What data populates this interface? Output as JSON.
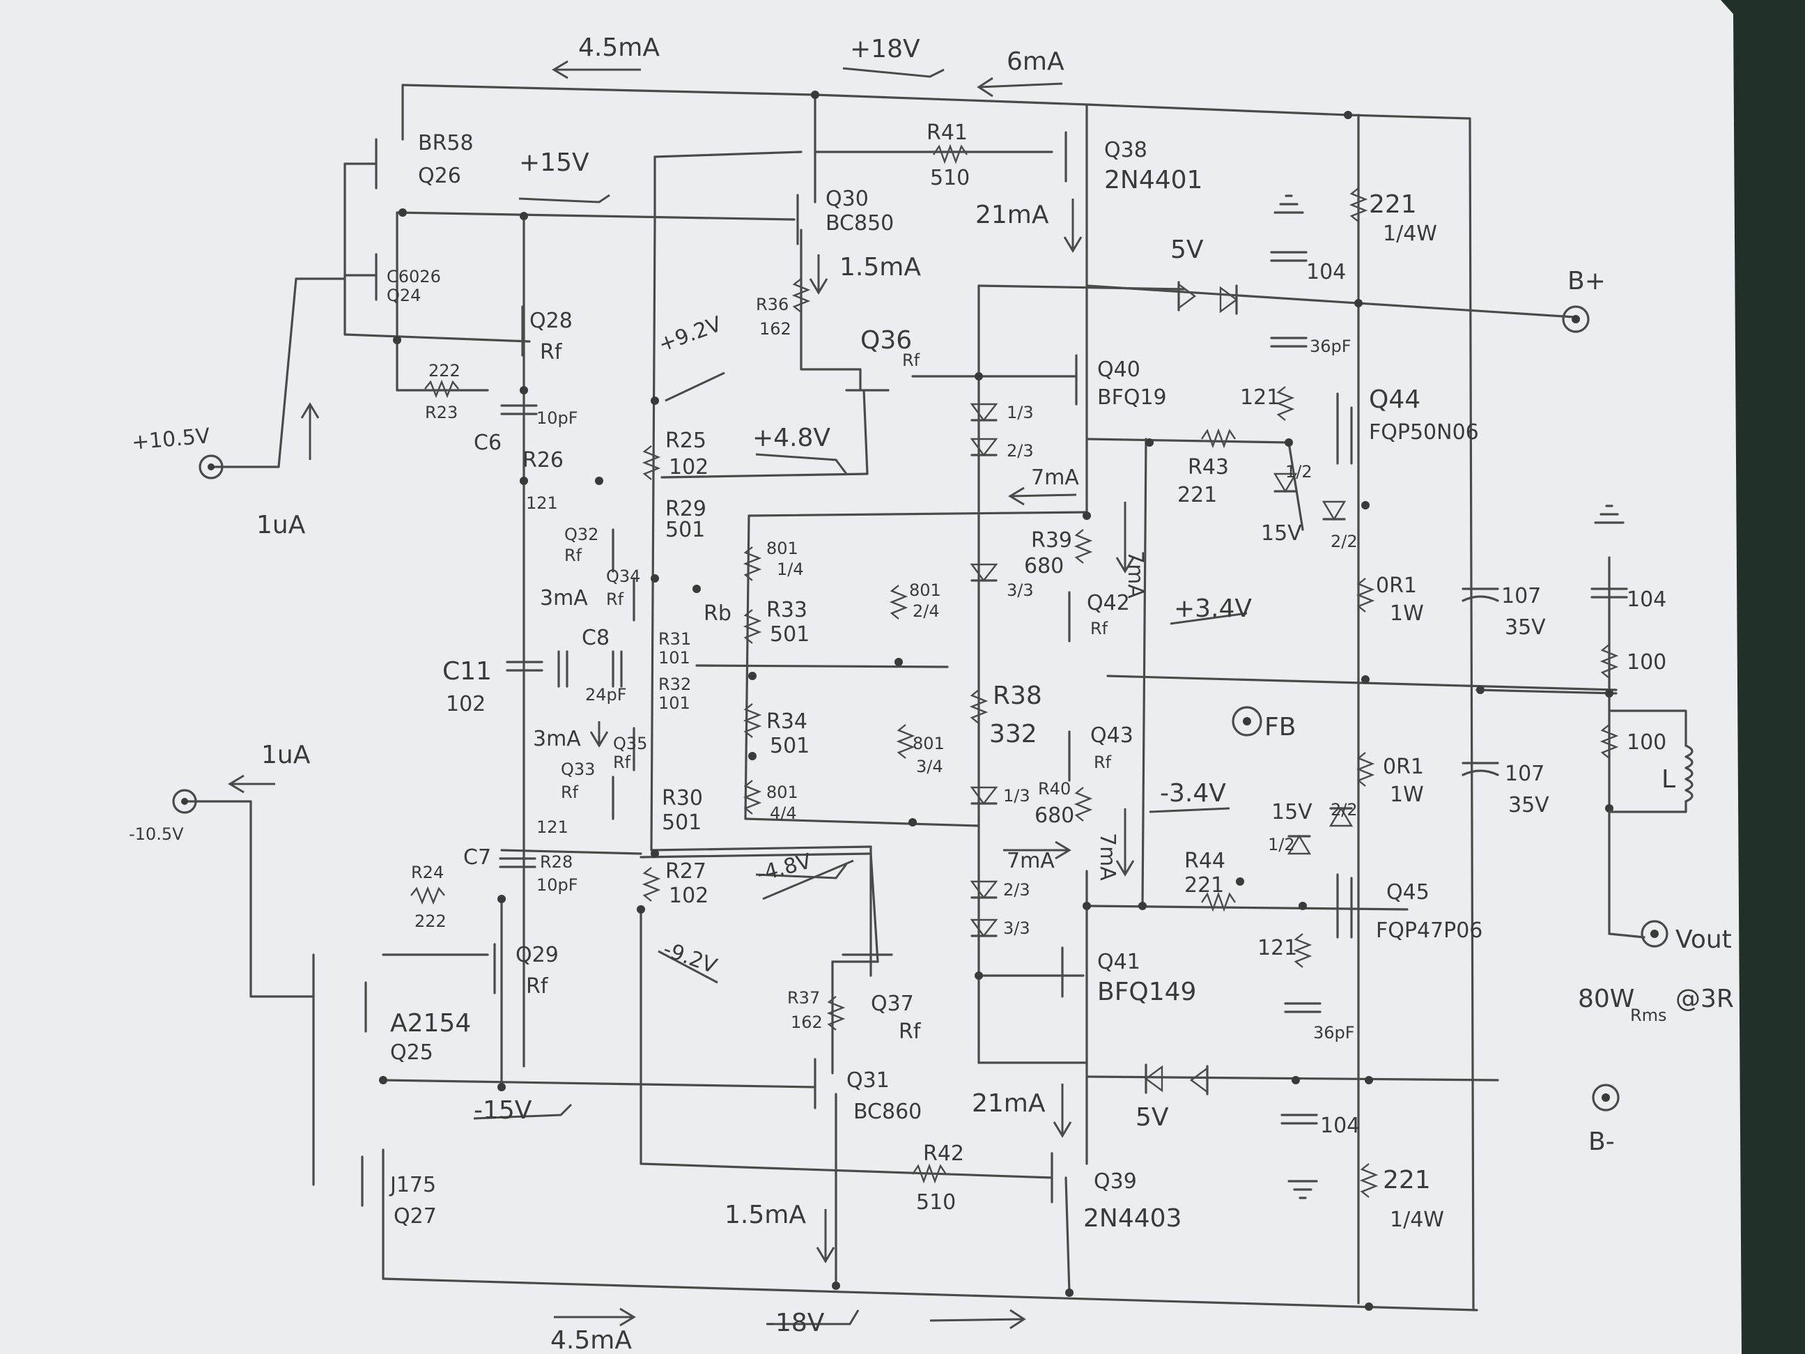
{
  "currents": {
    "top_left": "4.5mA",
    "top_right": "6mA",
    "bottom_left": "4.5mA",
    "q38": "21mA",
    "q39": "21mA",
    "q30": "1.5mA",
    "q27": "1.5mA",
    "q42": "7mA",
    "q43": "7mA",
    "q39_v": "7mA",
    "q40_v": "7mA",
    "q32": "3mA",
    "q33": "3mA",
    "input_pos": "1uA",
    "input_neg": "1uA"
  },
  "voltages": {
    "rail_pos": "+18V",
    "rail_neg": "-18V",
    "v15p": "+15V",
    "v15n": "-15V",
    "v9p": "+9.2V",
    "v9n": "-9.2V",
    "v48p": "+4.8V",
    "v48n": "-4.8V",
    "v34p": "+3.4V",
    "v34n": "-3.4V",
    "in_pos": "+10.5V",
    "in_neg": "-10.5V",
    "zener_top": "5V",
    "zener_bot": "5V",
    "zener_q44": "15V",
    "zener_q45": "15V"
  },
  "transistors": {
    "q26": [
      "BR58",
      "Q26"
    ],
    "q24": [
      "C6026",
      "Q24"
    ],
    "q28": [
      "Q28",
      "Rf"
    ],
    "q30": [
      "Q30",
      "BC850"
    ],
    "q38": [
      "Q38",
      "2N4401"
    ],
    "q36": [
      "Q36",
      "Rf"
    ],
    "q40": [
      "Q40",
      "BFQ19"
    ],
    "q44": [
      "Q44",
      "FQP50N06"
    ],
    "q32": [
      "Q32",
      "Rf"
    ],
    "q34": [
      "Q34",
      "Rf"
    ],
    "q42": [
      "Q42",
      "Rf"
    ],
    "q43": [
      "Q43",
      "Rf"
    ],
    "q35": [
      "Q35",
      "Rf"
    ],
    "q33": [
      "Q33",
      "Rf"
    ],
    "q29": [
      "Q29",
      "Rf"
    ],
    "q25": [
      "A2154",
      "Q25"
    ],
    "q37": [
      "Q37",
      "Rf"
    ],
    "q41": [
      "Q41",
      "BFQ149"
    ],
    "q45": [
      "Q45",
      "FQP47P06"
    ],
    "q31": [
      "Q31",
      "BC860"
    ],
    "q27": [
      "J175",
      "Q27"
    ],
    "q39": [
      "Q39",
      "2N4403"
    ]
  },
  "resistors": {
    "r41": [
      "R41",
      "510"
    ],
    "r42": [
      "R42",
      "510"
    ],
    "r36": [
      "R36",
      "162"
    ],
    "r37": [
      "R37",
      "162"
    ],
    "r23": [
      "222",
      "R23"
    ],
    "r24": [
      "R24",
      "222"
    ],
    "r25": [
      "R25",
      "102"
    ],
    "r26": [
      "R26",
      "121"
    ],
    "r27": [
      "R27",
      "102"
    ],
    "r28": [
      "121",
      "R28"
    ],
    "r29": [
      "R29",
      "501"
    ],
    "r30": [
      "R30",
      "501"
    ],
    "r31": [
      "R31",
      "101"
    ],
    "r32": [
      "R32",
      "101"
    ],
    "r33": [
      "R33",
      "501"
    ],
    "r34": [
      "R34",
      "501"
    ],
    "r38": [
      "R38",
      "332"
    ],
    "r39": [
      "R39",
      "680"
    ],
    "r40": [
      "R40",
      "680"
    ],
    "r43": [
      "R43",
      "221"
    ],
    "r44": [
      "R44",
      "221"
    ],
    "r801a": [
      "801",
      "1/4"
    ],
    "r801b": [
      "801",
      "2/4"
    ],
    "r801c": [
      "801",
      "3/4"
    ],
    "r801d": [
      "801",
      "4/4"
    ],
    "rb": "Rb",
    "r121a": "121",
    "r121b": "121",
    "r221a": [
      "221",
      "1/4W"
    ],
    "r221b": [
      "221",
      "1/4W"
    ],
    "or1a": [
      "0R1",
      "1W"
    ],
    "or1b": [
      "0R1",
      "1W"
    ],
    "r100a": "100",
    "r100b": "100"
  },
  "capacitors": {
    "c6": "C6",
    "c6v": "10pF",
    "c7": "C7",
    "c7v": "10pF",
    "c8": "C8",
    "c8v": "24pF",
    "c11": "C11",
    "c11v": "102",
    "c104a": "104",
    "c104b": "104",
    "c104c": "104",
    "c36a": "36pF",
    "c36b": "36pF",
    "c107a": [
      "107",
      "35V"
    ],
    "c107b": [
      "107",
      "35V"
    ]
  },
  "diodes": {
    "d13a": "1/3",
    "d23a": "2/3",
    "d33a": "3/3",
    "d13b": "1/3",
    "d23b": "2/3",
    "d33b": "3/3",
    "d12a": "1/2",
    "d22a": "2/2",
    "d12b": "1/2",
    "d22b": "2/2"
  },
  "terminals": {
    "bplus": "B+",
    "bminus": "B-",
    "fb": "FB",
    "vout": "Vout",
    "inductor": "L"
  },
  "rating": {
    "power": "80W",
    "rms": "Rms",
    "load": "@3R"
  }
}
